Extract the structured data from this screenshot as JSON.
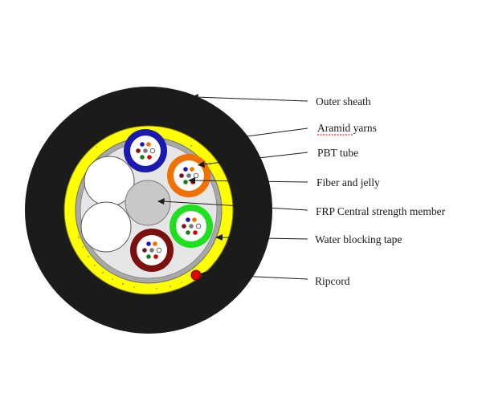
{
  "labels": {
    "outer_sheath": "Outer sheath",
    "aramid_yarns": "Aramid yarns",
    "pbt_tube": "PBT tube",
    "fiber_and_jelly": "Fiber and jelly",
    "frp_member": "FRP Central strength member",
    "water_blocking_tape": "Water blocking tape",
    "ripcord": "Ripcord"
  },
  "colors": {
    "sheath": "#1b1b1b",
    "aramid": "#ffff00",
    "tape": "#a8a8a8",
    "core_fill": "#e6e6e6",
    "frp": "#c8c8c8",
    "ripcord": "#e00000",
    "tube_blue": "#1a1ab0",
    "tube_orange": "#f07000",
    "tube_green": "#1ee01e",
    "tube_brown": "#7a1010"
  }
}
